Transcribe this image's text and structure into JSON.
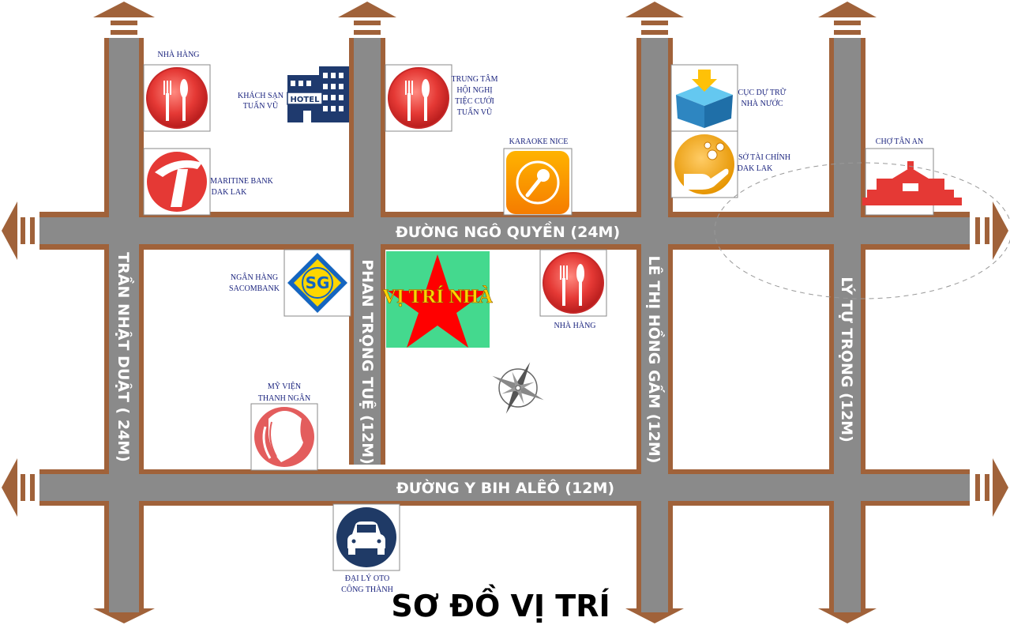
{
  "title": "SƠ ĐỒ VỊ TRÍ",
  "roads": {
    "ngo_quyen": "ĐƯỜNG NGÔ QUYỀN (24M)",
    "y_bih_aleo": "ĐƯỜNG Y BIH ALÊÔ (12M)",
    "tran_nhat_duat": "TRẦN NHẬT DUẬT ( 24M)",
    "phan_trong_tue": "PHAN TRỌNG TUỆ (12M)",
    "le_thi_hong_gam": "LÊ THỊ HỒNG GẤM (12M)",
    "ly_tu_trong": "LÝ TỰ TRỌNG (12M)"
  },
  "property": {
    "label": "VỊ TRÍ NHÀ"
  },
  "pois": {
    "restaurant_1": [
      "NHÀ HÀNG"
    ],
    "hotel": [
      "KHÁCH SẠN",
      "TUẤN VŨ"
    ],
    "hotel_sign": "HOTEL",
    "conference": [
      "TRUNG TÂM",
      "HỘI NGHỊ",
      "TIỆC CƯỚI",
      "TUẤN VŨ"
    ],
    "reserve": [
      "CỤC DỰ TRỮ",
      "NHÀ NƯỚC"
    ],
    "maritime": [
      "MARITINE BANK",
      "DAK LAK"
    ],
    "karaoke": [
      "KARAOKE NICE"
    ],
    "finance": [
      "SỞ TÀI CHÍNH",
      "DAK LAK"
    ],
    "market": [
      "CHỢ TÂN AN"
    ],
    "sacombank": [
      "NGÂN HÀNG",
      "SACOMBANK"
    ],
    "sacombank_logo": "SG",
    "restaurant_2": [
      "NHÀ HÀNG"
    ],
    "beauty": [
      "MỸ VIỆN",
      "THANH NGÂN"
    ],
    "car": [
      "ĐẠI LÝ OTO",
      "CÔNG THÀNH"
    ]
  },
  "colors": {
    "road": "#8a8a8a",
    "road_border": "#a0623a",
    "arrow": "#a0623a",
    "property_bg": "#44d98e",
    "star": "#ff0000",
    "property_text": "#ffd400",
    "label_text": "#1a237e"
  },
  "icons": {
    "restaurant": "fork-knife-spoon-icon",
    "hotel": "hotel-building-icon",
    "reserve": "storage-box-icon",
    "bank": "bank-logo-icon",
    "karaoke": "microphone-icon",
    "finance": "coins-hand-icon",
    "market": "market-gate-icon",
    "beauty": "woman-face-icon",
    "car": "car-icon",
    "compass": "compass-rose-icon"
  }
}
